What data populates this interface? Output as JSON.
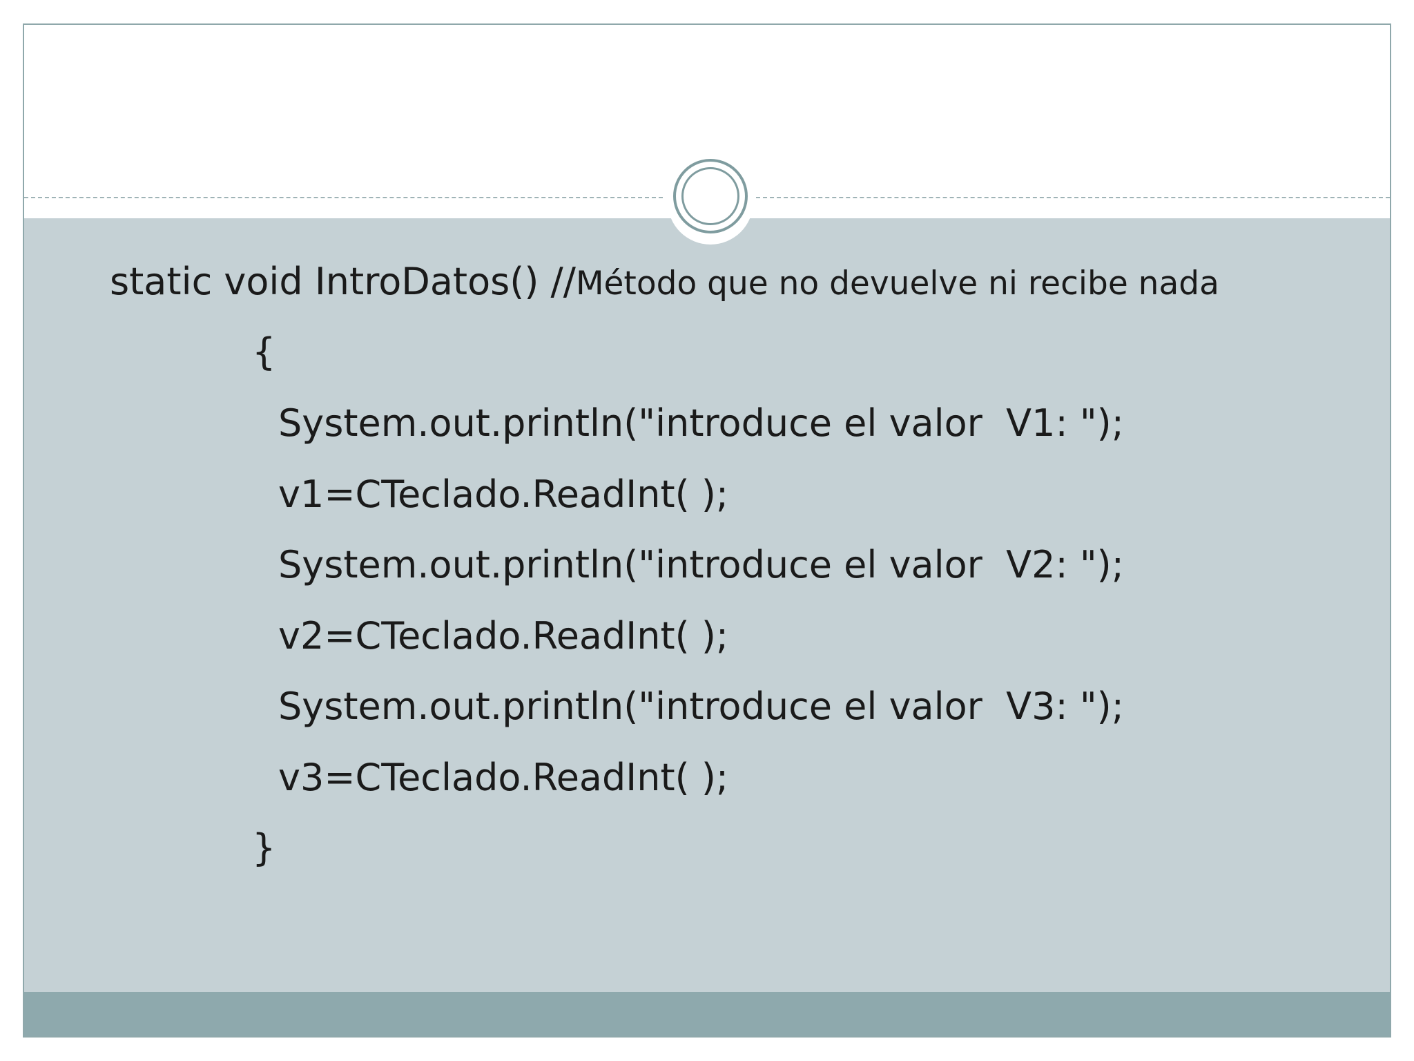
{
  "slide": {
    "signature_line": "static void IntroDatos() //",
    "signature_comment": "Método que no devuelve ni recibe nada",
    "code_lines": [
      "{",
      "System.out.println(\"introduce el valor  V1: \");",
      "v1=CTeclado.ReadInt( );",
      "System.out.println(\"introduce el valor  V2: \");",
      "v2=CTeclado.ReadInt( );",
      "System.out.println(\"introduce el valor  V3: \");",
      "v3=CTeclado.ReadInt( );",
      "}"
    ]
  },
  "colors": {
    "content_background": "#c5d1d5",
    "footer_band": "#8ea9ad",
    "accent_ring": "#7f9c9f",
    "text": "#1a1a1a"
  }
}
